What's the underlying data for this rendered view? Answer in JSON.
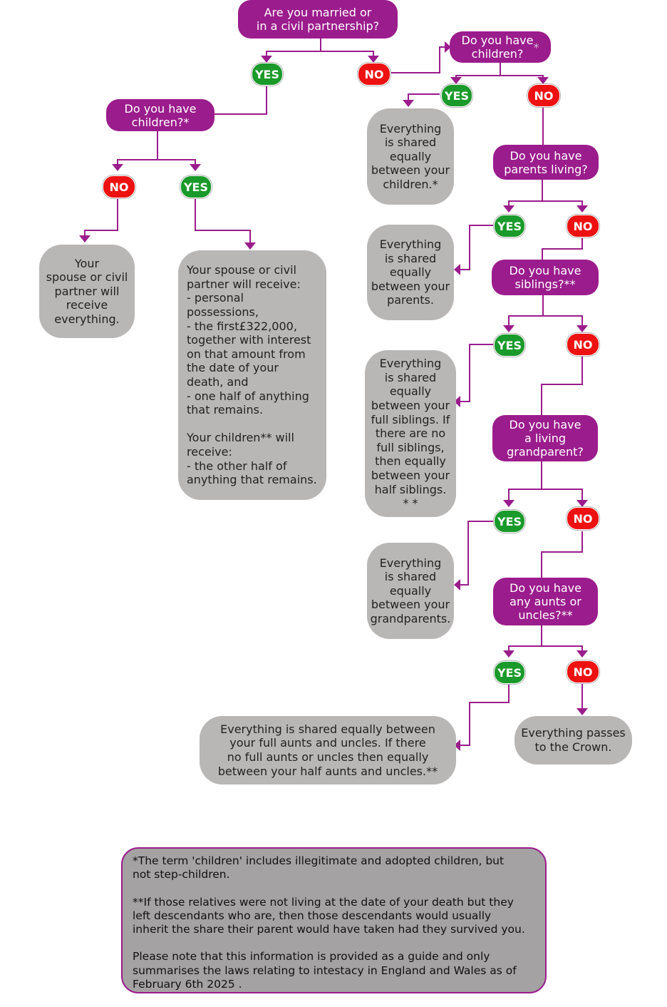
{
  "questions": {
    "q_married": "Are you married or\nin a civil partnership?",
    "q_children_right": "Do you have\nchildren?",
    "q_children_right_star": "*",
    "q_children_left": "Do you have\nchildren?*",
    "q_parents": "Do you have\nparents living?",
    "q_siblings": "Do you have\nsiblings?**",
    "q_grandparent": "Do you have\na living\ngrandparent?",
    "q_aunts": "Do you have\nany aunts or\nuncles?**"
  },
  "answers": {
    "yes": "YES",
    "no": "NO"
  },
  "results": {
    "r_spouse_all": "Your\nspouse or civil\npartner will\nreceive\neverything.",
    "r_spouse_children": "Your spouse or civil\npartner will receive:\n- personal possessions,\n- the first£322,000,\ntogether with interest\non that amount from\nthe date of your\ndeath, and\n- one half of anything\nthat remains.\n\nYour children** will\nreceive:\n- the other half of\nanything that remains.",
    "r_children": "Everything\nis shared\nequally\nbetween your\nchildren.*",
    "r_parents": "Everything\nis shared\nequally\nbetween your\nparents.",
    "r_siblings": "Everything\nis shared\nequally\nbetween your\nfull siblings. If\nthere are no\nfull siblings,\nthen equally\nbetween your\nhalf siblings.\n* *",
    "r_grandparents": "Everything\nis shared\nequally\nbetween your\ngrandparents.",
    "r_aunts": "Everything is shared equally between\nyour full aunts and uncles. If there\nno full aunts or uncles then equally\nbetween your half aunts and uncles.**",
    "r_crown": "Everything passes\nto the Crown."
  },
  "footnote": {
    "p1": "*The term 'children' includes illegitimate and adopted children, but\nnot step-children.",
    "p2": "**If those relatives were not living at the date of your death but they\nleft descendants who are, then those descendants would usually\ninherit the share their parent would have taken had they survived you.",
    "p3": "Please note that this information is provided as a guide and only\nsummarises the laws relating to intestacy in England and Wales as of\nFebruary 6th 2025 ."
  },
  "colors": {
    "question": "#9b1c8c",
    "yes": "#1a9a2a",
    "no": "#ee1111",
    "result": "#b9b6b6",
    "connector": "#9b1c8c"
  }
}
